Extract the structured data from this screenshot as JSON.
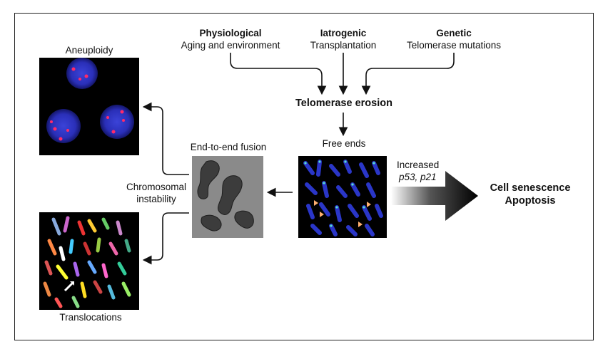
{
  "causes": [
    {
      "title": "Physiological",
      "desc": "Aging and environment"
    },
    {
      "title": "Iatrogenic",
      "desc": "Transplantation"
    },
    {
      "title": "Genetic",
      "desc": "Telomerase mutations"
    }
  ],
  "center": {
    "erosion": "Telomerase erosion",
    "free_ends": "Free ends",
    "fusion": "End-to-end fusion",
    "instability_line1": "Chromosomal",
    "instability_line2": "instability"
  },
  "outcomes": {
    "aneuploidy": "Aneuploidy",
    "translocations": "Translocations",
    "increased": "Increased",
    "genes": "p53, p21",
    "senescence": "Cell senescence",
    "apoptosis": "Apoptosis"
  },
  "colors": {
    "nucleus_blue": "#2a36c8",
    "telomere_red": "#ff2a6a",
    "telomere_green": "#55e0d0",
    "fusion_gray": "#7d7d7d"
  }
}
